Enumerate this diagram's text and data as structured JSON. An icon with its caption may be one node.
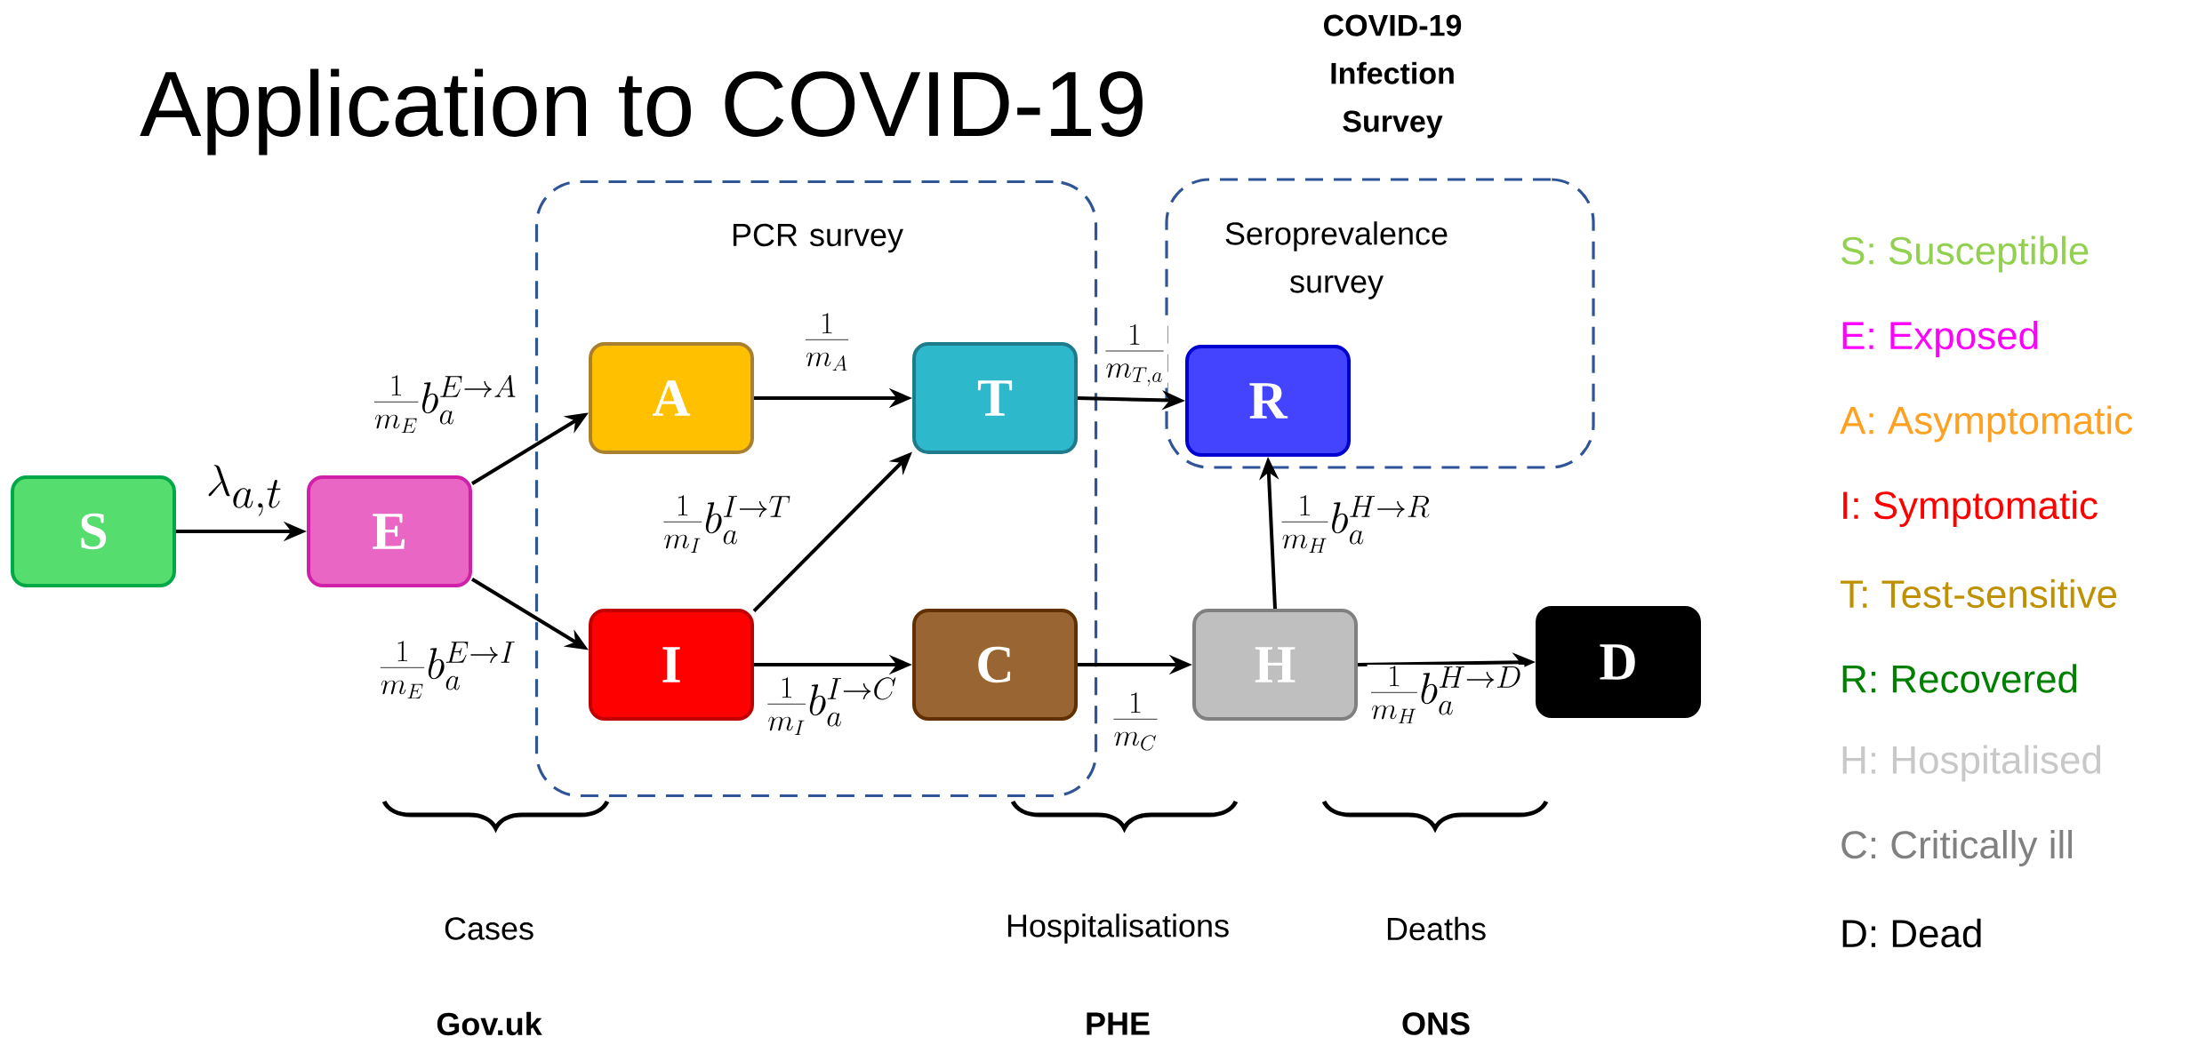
{
  "diagram": {
    "title": "Application to COVID-19",
    "nodes": [
      {
        "text": [
          "PCR survey"
        ]
      },
      {
        "text": [
          "Seroprevalence survey"
        ]
      },
      {
        "text": [
          "S"
        ]
      },
      {
        "text": [
          "E"
        ]
      },
      {
        "text": [
          "A"
        ],
        "in": 0
      },
      {
        "text": [
          "T"
        ],
        "in": 0
      },
      {
        "text": [
          "R"
        ],
        "in": 1
      },
      {
        "text": [
          "I"
        ],
        "in": 0
      },
      {
        "text": [
          "C"
        ],
        "in": 0
      },
      {
        "text": [
          "H"
        ]
      },
      {
        "text": [
          "D"
        ]
      }
    ],
    "edges": [
      {
        "from": 2,
        "to": 3,
        "arrow": "to",
        "label": "\\lambda_{a,t}"
      },
      {
        "from": 3,
        "to": 4,
        "arrow": "to",
        "label": "\\frac{1}{m_E} b_a^{E\\rightarrow A}"
      },
      {
        "from": 3,
        "to": 7,
        "arrow": "to",
        "label": "\\frac{1}{m_E} b_a^{E\\rightarrow I}"
      },
      {
        "from": 4,
        "to": 5,
        "arrow": "to",
        "label": "\\frac{1}{m_A}"
      },
      {
        "from": 7,
        "to": 5,
        "arrow": "to",
        "label": "\\frac{1}{m_I} b_a^{I\\rightarrow T}"
      },
      {
        "from": 7,
        "to": 8,
        "arrow": "to",
        "label": "\\frac{1}{m_I} b_a^{I\\rightarrow C}"
      },
      {
        "from": 5,
        "to": 6,
        "arrow": "to",
        "label": "\\frac{1}{m_{T,a}}"
      },
      {
        "from": 8,
        "to": 9,
        "arrow": "to",
        "label": "\\frac{1}{m_C}"
      },
      {
        "from": 9,
        "to": 6,
        "arrow": "to",
        "label": "\\frac{1}{m_H} b_a^{H\\rightarrow R}"
      },
      {
        "from": 9,
        "to": 10,
        "arrow": "to",
        "label": "\\frac{1}{m_H} b_a^{H\\rightarrow D}"
      }
    ],
    "labels": [
      "COVID-19 Infection Survey",
      "Cases",
      "Hospitalisations",
      "Deaths",
      "Gov.uk",
      "PHE",
      "ONS"
    ],
    "legend": [
      {
        "text": "S: Susceptible",
        "color": "#92d050"
      },
      {
        "text": "E: Exposed",
        "color": "#ff00ff"
      },
      {
        "text": "A: Asymptomatic",
        "color": "#ffa020"
      },
      {
        "text": "I: Symptomatic",
        "color": "#ff0000"
      },
      {
        "text": "T: Test-sensitive",
        "color": "#bf9000"
      },
      {
        "text": "R: Recovered",
        "color": "#008000"
      },
      {
        "text": "H: Hospitalised",
        "color": "#c8c8c8"
      },
      {
        "text": "C: Critically ill",
        "color": "#808080"
      },
      {
        "text": "D: Dead",
        "color": "#000000"
      }
    ]
  }
}
